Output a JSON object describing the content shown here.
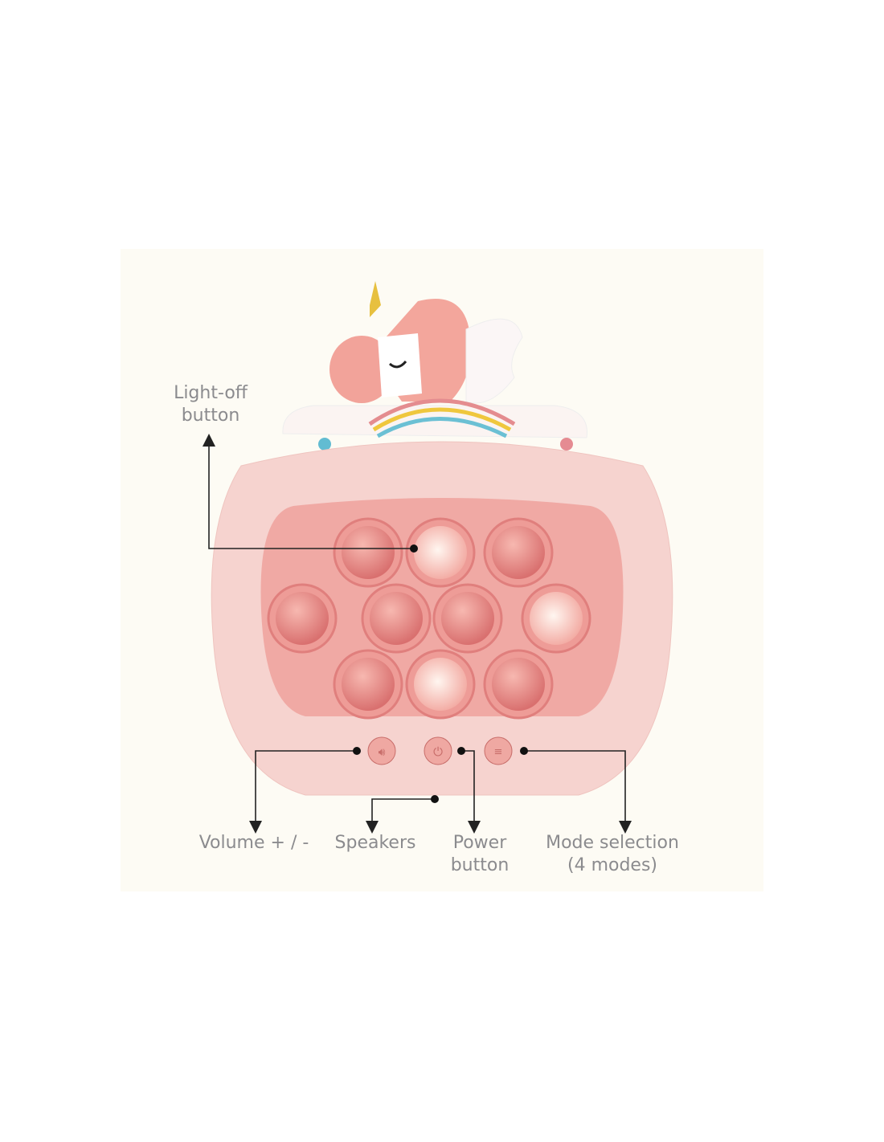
{
  "labels": {
    "light_off": [
      "Light-off",
      "button"
    ],
    "volume": "Volume + / -",
    "speakers": "Speakers",
    "power": [
      "Power",
      "button"
    ],
    "mode": [
      "Mode selection",
      "(4 modes)"
    ]
  },
  "colors": {
    "background": "#fdfbf4",
    "body": "#f6d3cf",
    "panel": "#f0a9a4",
    "bubble": "#e88f8c",
    "bubble_lit": "#fbe3dc",
    "label": "#8b8b8e",
    "line": "#222222"
  }
}
